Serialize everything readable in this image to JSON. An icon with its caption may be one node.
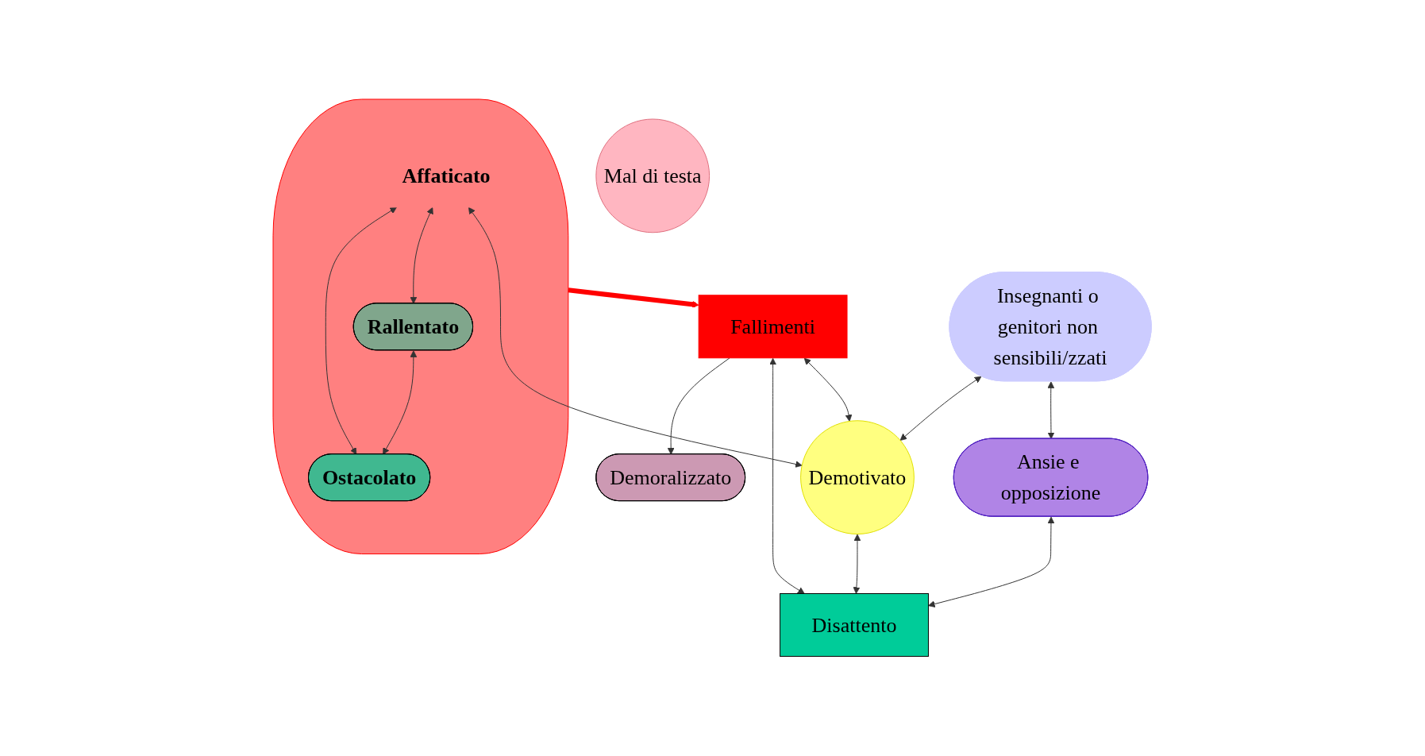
{
  "diagram": {
    "nodes": [
      {
        "text": [],
        "shape": "ellipse"
      },
      {
        "text": [
          "Affaticato"
        ],
        "in": 0
      },
      {
        "text": [
          "Rallentato"
        ],
        "in": 0
      },
      {
        "text": [
          "Ostacolato"
        ],
        "in": 0
      },
      {
        "text": [
          "Mal di testa"
        ]
      },
      {
        "text": [
          "Demotivato"
        ]
      },
      {
        "text": [
          "Demoralizzato"
        ]
      },
      {
        "text": [
          "Fallimenti"
        ]
      },
      {
        "text": [
          "Insegnanti o genitori non sensibili/zzati"
        ]
      },
      {
        "text": [
          "Ansie e opposizione"
        ]
      },
      {
        "text": [
          "Disattento"
        ]
      }
    ],
    "edges": [
      {
        "from": 1,
        "to": 2,
        "arrow": "both"
      },
      {
        "from": 1,
        "to": 3,
        "arrow": "both"
      },
      {
        "from": 2,
        "to": 3,
        "arrow": "both"
      },
      {
        "from": 1,
        "to": 5,
        "arrow": "both"
      },
      {
        "from": 0,
        "to": 7,
        "arrow": "to",
        "style": "thick",
        "color": "#ff0000"
      },
      {
        "from": 7,
        "to": 6,
        "arrow": "to"
      },
      {
        "from": 7,
        "to": 5,
        "arrow": "both"
      },
      {
        "from": 8,
        "to": 5,
        "arrow": "both"
      },
      {
        "from": 7,
        "to": 10,
        "arrow": "both"
      },
      {
        "from": 5,
        "to": 10,
        "arrow": "both"
      },
      {
        "from": 8,
        "to": 9,
        "arrow": "both"
      },
      {
        "from": 9,
        "to": 10,
        "arrow": "both"
      }
    ]
  }
}
